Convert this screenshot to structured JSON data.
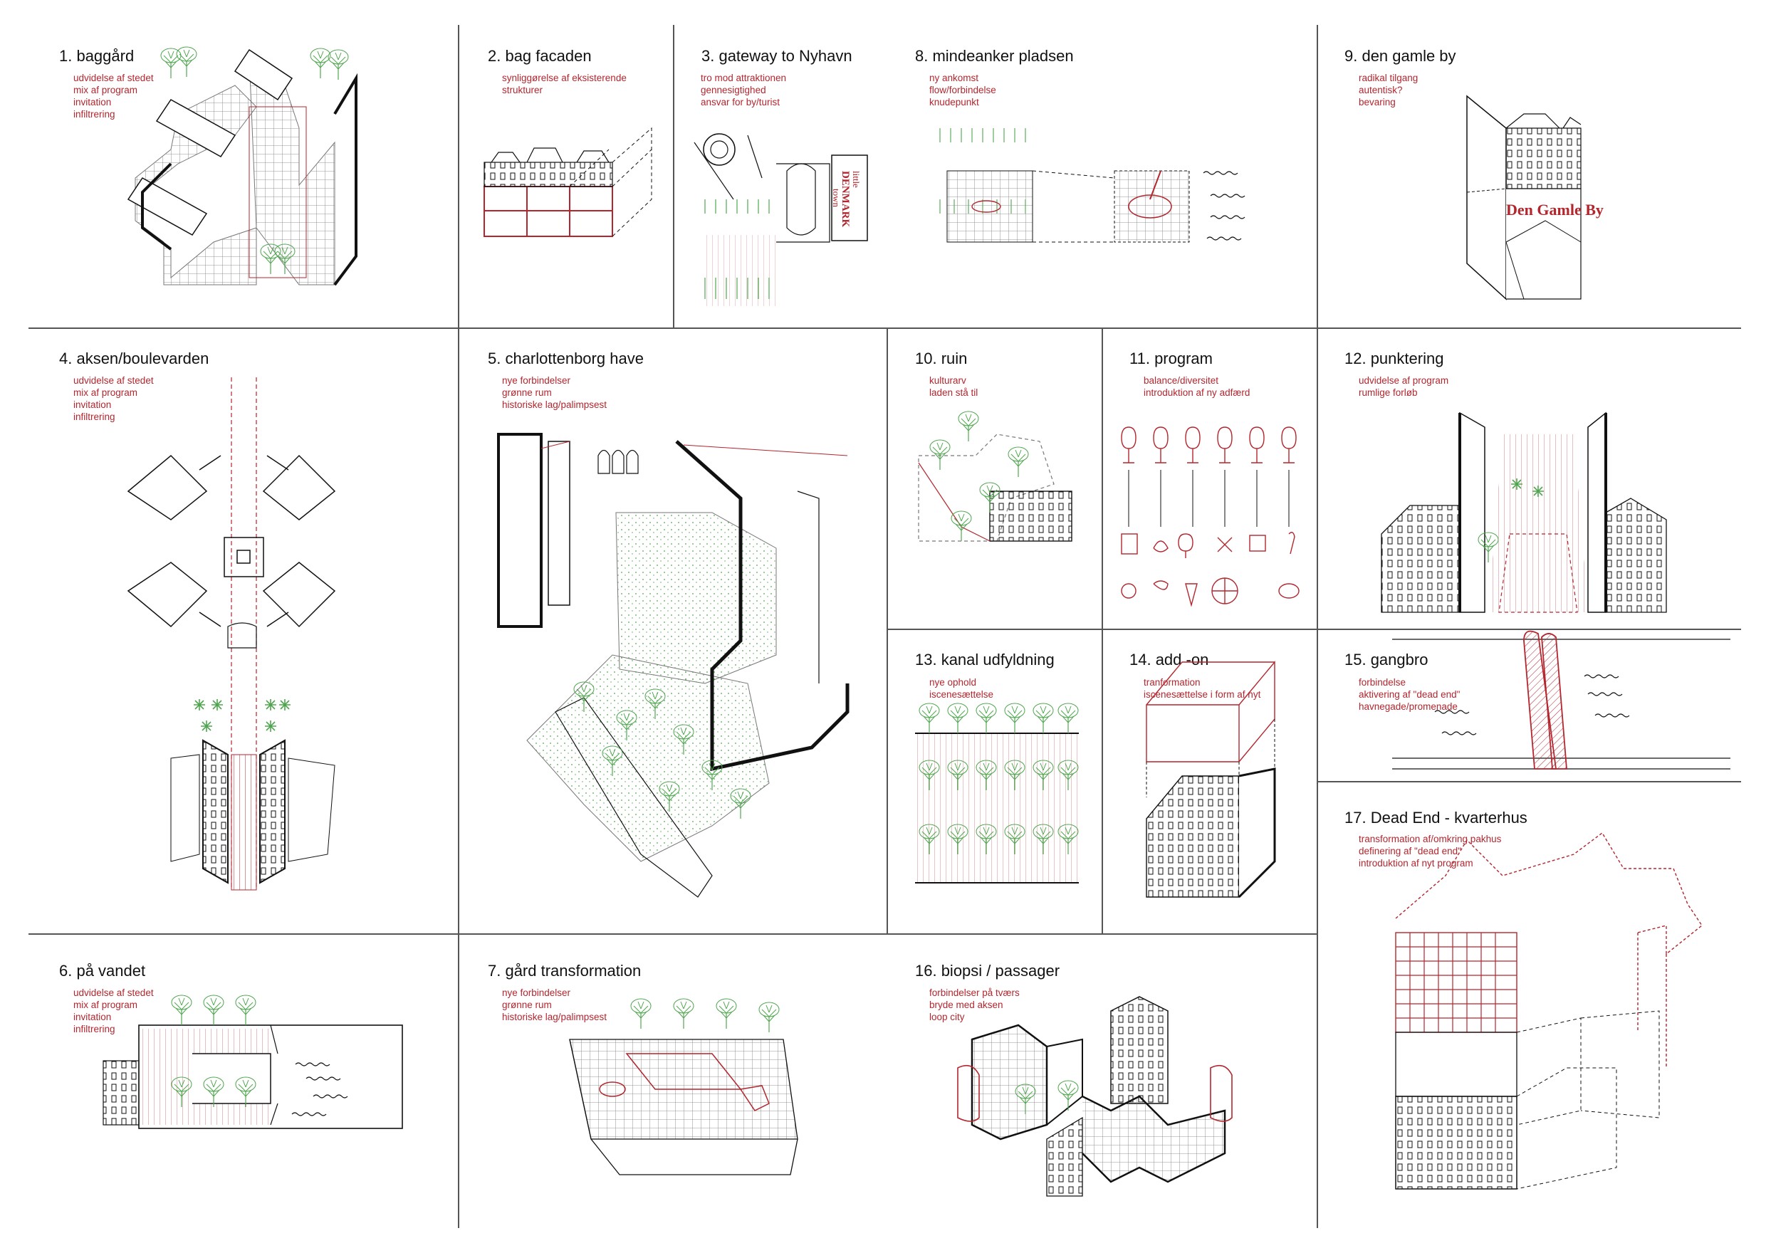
{
  "colors": {
    "ink": "#111111",
    "accent": "#b3262e",
    "green": "#4fa64f",
    "rule": "#555555"
  },
  "panels": [
    {
      "id": "p1",
      "title": "1. baggård",
      "lines": [
        "udvidelse af stedet",
        "mix af program",
        "invitation",
        "infiltrering"
      ]
    },
    {
      "id": "p2",
      "title": "2. bag facaden",
      "lines": [
        "synliggørelse af eksisterende",
        "strukturer"
      ]
    },
    {
      "id": "p3",
      "title": "3. gateway to Nyhavn",
      "lines": [
        "tro mod attraktionen",
        "gennesigtighed",
        "ansvar for by/turist"
      ]
    },
    {
      "id": "p8",
      "title": "8. mindeanker pladsen",
      "lines": [
        "ny ankomst",
        "flow/forbindelse",
        "knudepunkt"
      ]
    },
    {
      "id": "p9",
      "title": "9. den gamle by",
      "lines": [
        "radikal tilgang",
        "autentisk?",
        "bevaring"
      ]
    },
    {
      "id": "p4",
      "title": "4. aksen/boulevarden",
      "lines": [
        "udvidelse af stedet",
        "mix af program",
        "invitation",
        "infiltrering"
      ]
    },
    {
      "id": "p5",
      "title": "5. charlottenborg have",
      "lines": [
        "nye forbindelser",
        "grønne rum",
        "historiske lag/palimpsest"
      ]
    },
    {
      "id": "p10",
      "title": "10. ruin",
      "lines": [
        "kulturarv",
        "laden stå til"
      ]
    },
    {
      "id": "p11",
      "title": "11. program",
      "lines": [
        "balance/diversitet",
        "introduktion af ny adfærd"
      ]
    },
    {
      "id": "p12",
      "title": "12. punktering",
      "lines": [
        "udvidelse af program",
        "rumlige forløb"
      ]
    },
    {
      "id": "p13",
      "title": "13. kanal udfyldning",
      "lines": [
        "nye ophold",
        "iscenesættelse"
      ]
    },
    {
      "id": "p14",
      "title": "14. add -on",
      "lines": [
        "tranformation",
        "iscenesættelse i form af nyt"
      ]
    },
    {
      "id": "p15",
      "title": "15. gangbro",
      "lines": [
        "forbindelse",
        "aktivering af \"dead end\"",
        "havnegade/promenade"
      ]
    },
    {
      "id": "p17",
      "title": "17. Dead End - kvarterhus",
      "lines": [
        "transformation af/omkring pakhus",
        "definering af \"dead end\"",
        "introduktion af nyt program"
      ]
    },
    {
      "id": "p6",
      "title": "6. på vandet",
      "lines": [
        "udvidelse af stedet",
        "mix af program",
        "invitation",
        "infiltrering"
      ]
    },
    {
      "id": "p7",
      "title": "7. gård transformation",
      "lines": [
        "nye forbindelser",
        "grønne rum",
        "historiske lag/palimpsest"
      ]
    },
    {
      "id": "p16",
      "title": "16. biopsi / passager",
      "lines": [
        "forbindelser på tværs",
        "bryde med aksen",
        "loop city"
      ]
    }
  ],
  "signs": {
    "little_denmark": [
      "little",
      "DENMARK",
      "town"
    ],
    "den_gamle_by": "Den Gamle By"
  }
}
